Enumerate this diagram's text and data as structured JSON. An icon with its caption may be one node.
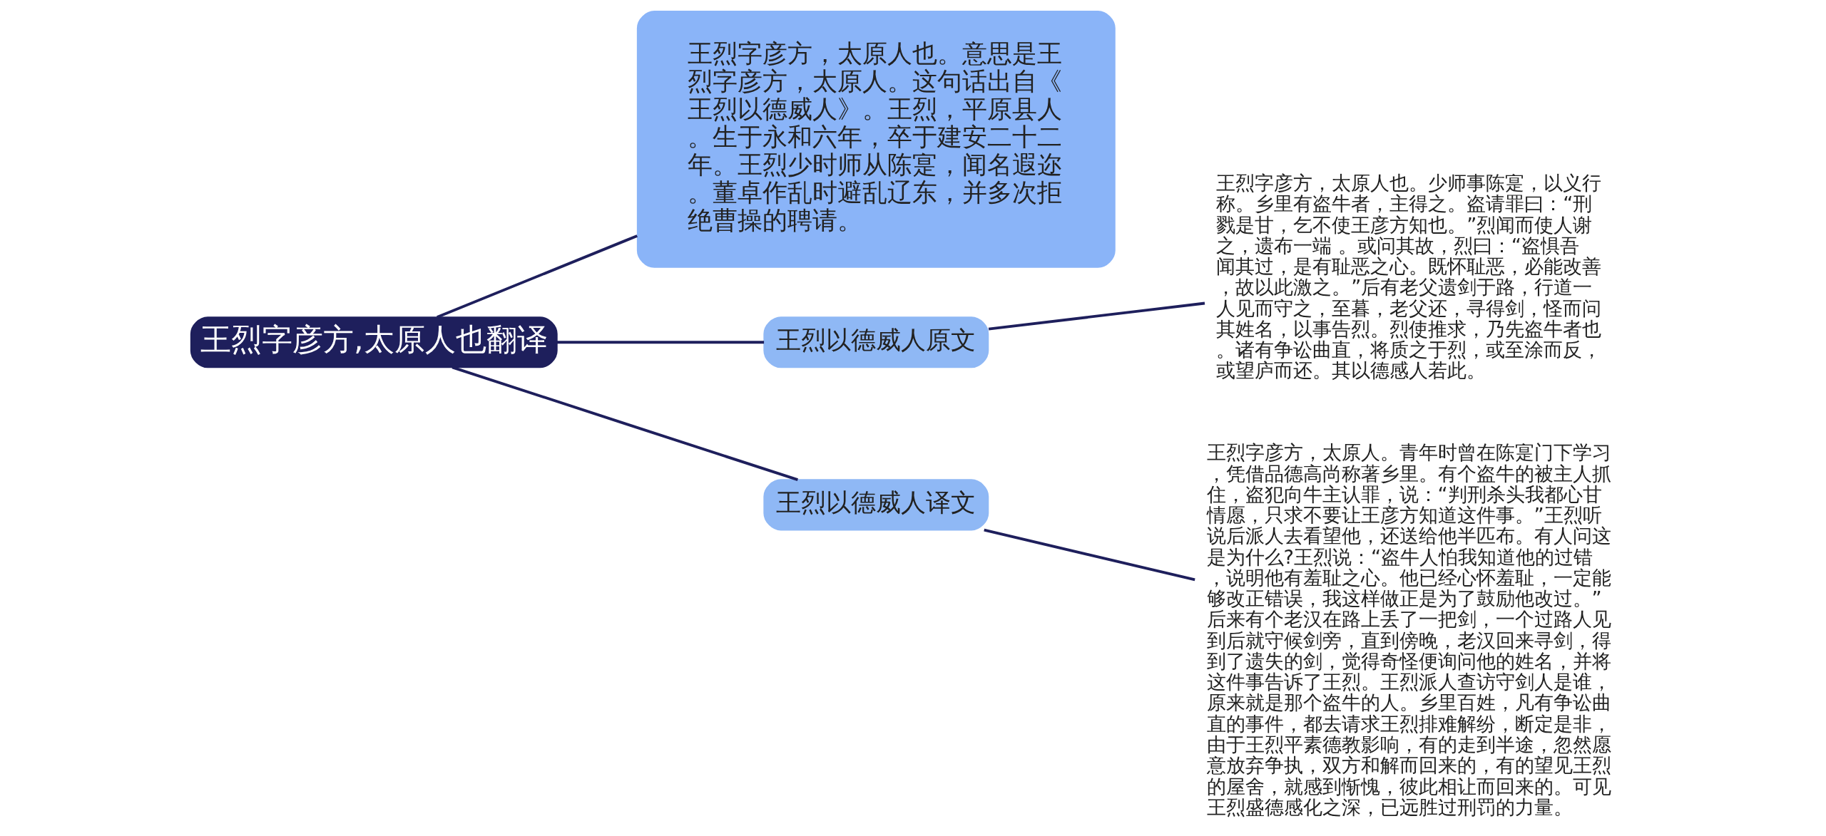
{
  "diagram": {
    "nodes": [
      {
        "text": [
          "王烈字彦方,太原人也翻译"
        ]
      },
      {
        "text": [
          "王烈字彦方，太原人也。意思是王烈字彦方，太原人。这句话出自《王烈以德威人》。王烈，平原县人。生于永和六年，卒于建安二十二年。王烈少时师从陈寔，闻名遐迩。董卓作乱时避乱辽东，并多次拒绝曹操的聘请。"
        ]
      },
      {
        "text": [
          "王烈以德威人原文"
        ]
      },
      {
        "text": [
          "王烈以德威人译文"
        ]
      },
      {
        "text": [
          "王烈字彦方，太原人也。少师事陈寔，以义行称。乡里有盗牛者，主得之。盗请罪曰：“刑戮是甘，乞不使王彦方知也。”烈闻而使人谢之，遗布一端 。或问其故，烈曰：“盗惧吾闻其过，是有耻恶之心。既怀耻恶，必能改善，故以此激之。”后有老父遗剑于路，行道一人见而守之，至暮，老父还，寻得剑，怪而问其姓名，以事告烈。烈使推求，乃先盗牛者也。诸有争讼曲直，将质之于烈，或至涂而反，或望庐而还。其以德感人若此。"
        ]
      },
      {
        "text": [
          "王烈字彦方，太原人。青年时曾在陈寔门下学习，凭借品德高尚称著乡里。有个盗牛的被主人抓住，盗犯向牛主认罪，说：“判刑杀头我都心甘情愿，只求不要让王彦方知道这件事。”王烈听说后派人去看望他，还送给他半匹布。有人问这是为什么?王烈说：“盗牛人怕我知道他的过错，说明他有羞耻之心。他已经心怀羞耻，一定能够改正错误，我这样做正是为了鼓励他改过。”后来有个老汉在路上丢了一把剑，一个过路人见到后就守候剑旁，直到傍晚，老汉回来寻剑，得到了遗失的剑，觉得奇怪便询问他的姓名，并将这件事告诉了王烈。王烈派人查访守剑人是谁，原来就是那个盗牛的人。乡里百姓，凡有争讼曲直的事件，都去请求王烈排难解纷，断定是非，由于王烈平素德教影响，有的走到半途，忽然愿意放弃争执，双方和解而回来的，有的望见王烈的屋舍，就感到惭愧，彼此相让而回来的。可见王烈盛德感化之深，已远胜过刑罚的力量。"
        ]
      }
    ],
    "edges": [
      {
        "from": 0,
        "to": 1,
        "arrow": "none"
      },
      {
        "from": 0,
        "to": 2,
        "arrow": "none"
      },
      {
        "from": 0,
        "to": 3,
        "arrow": "none"
      },
      {
        "from": 2,
        "to": 4,
        "arrow": "none"
      },
      {
        "from": 3,
        "to": 5,
        "arrow": "none"
      }
    ]
  }
}
